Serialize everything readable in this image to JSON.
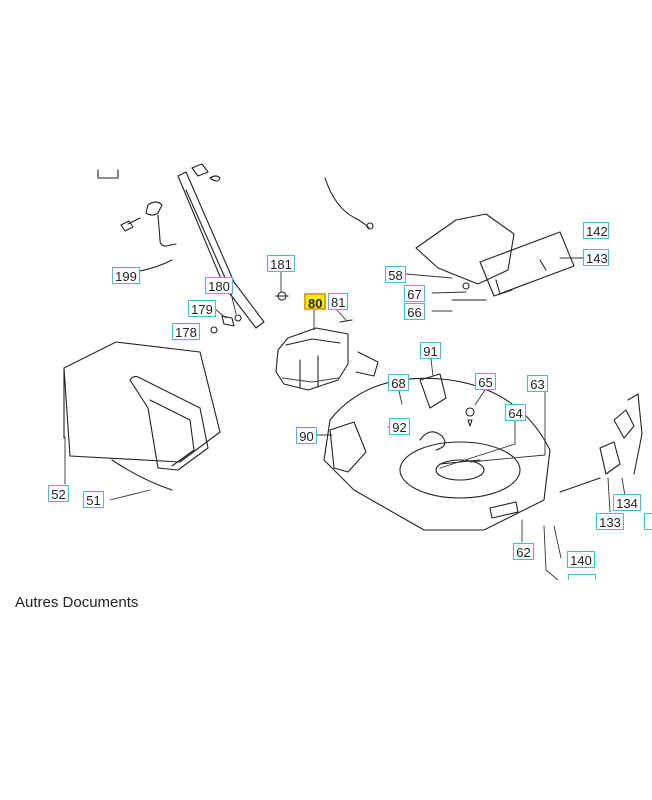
{
  "diagram": {
    "highlight_color": "#ffee00",
    "label_border_color": "#4ab8d8",
    "labels": [
      "142",
      "143",
      "58",
      "67",
      "66",
      "181",
      "180",
      "179",
      "178",
      "199",
      "80",
      "81",
      "91",
      "68",
      "65",
      "63",
      "64",
      "92",
      "90",
      "52",
      "51",
      "62",
      "134",
      "133",
      "140"
    ],
    "highlighted": "80"
  },
  "footer": {
    "other_documents": "Autres Documents"
  }
}
